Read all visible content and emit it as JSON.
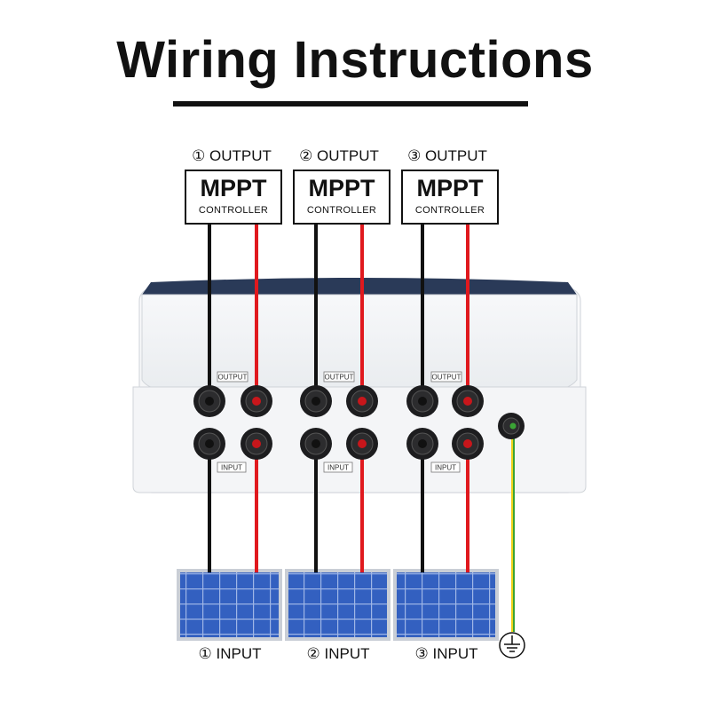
{
  "title": "Wiring Instructions",
  "outputs": [
    {
      "label": "① OUTPUT",
      "box_title": "MPPT",
      "box_subtitle": "CONTROLLER"
    },
    {
      "label": "② OUTPUT",
      "box_title": "MPPT",
      "box_subtitle": "CONTROLLER"
    },
    {
      "label": "③ OUTPUT",
      "box_title": "MPPT",
      "box_subtitle": "CONTROLLER"
    }
  ],
  "box": {
    "output_tag": "OUTPUT",
    "input_tag": "INPUT"
  },
  "inputs": [
    {
      "label": "① INPUT"
    },
    {
      "label": "② INPUT"
    },
    {
      "label": "③ INPUT"
    }
  ],
  "ground_symbol": "ground-icon",
  "colors": {
    "negative_wire": "#111111",
    "positive_wire": "#e0191e",
    "ground_wire_a": "#f2d21b",
    "ground_wire_b": "#3aa335",
    "panel": "#2f57b5",
    "panel_frame": "#c9ced6"
  }
}
